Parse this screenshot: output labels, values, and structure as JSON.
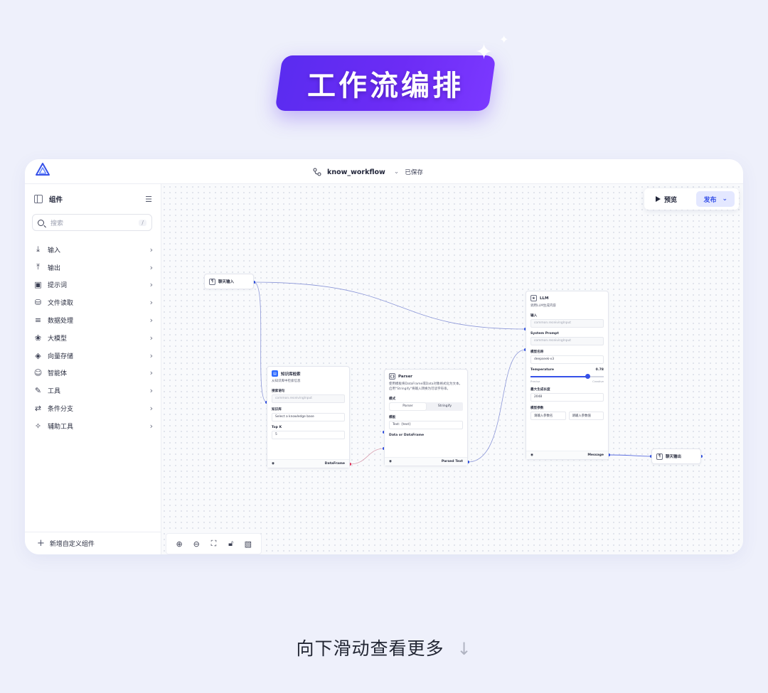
{
  "hero": {
    "title": "工作流编排"
  },
  "topbar": {
    "workflow_name": "know_workflow",
    "status": "已保存"
  },
  "sidebar": {
    "title": "组件",
    "search_placeholder": "搜索",
    "search_shortcut": "/",
    "items": [
      {
        "label": "输入",
        "icon": "download-icon"
      },
      {
        "label": "输出",
        "icon": "upload-icon"
      },
      {
        "label": "提示词",
        "icon": "prompt-icon"
      },
      {
        "label": "文件读取",
        "icon": "database-icon"
      },
      {
        "label": "数据处理",
        "icon": "filter-icon"
      },
      {
        "label": "大模型",
        "icon": "brain-icon"
      },
      {
        "label": "向量存储",
        "icon": "layers-icon"
      },
      {
        "label": "智能体",
        "icon": "bot-icon"
      },
      {
        "label": "工具",
        "icon": "wrench-icon"
      },
      {
        "label": "条件分支",
        "icon": "swap-icon"
      },
      {
        "label": "辅助工具",
        "icon": "wand-icon"
      }
    ],
    "footer_label": "新增自定义组件"
  },
  "toolbar": {
    "preview_label": "预览",
    "publish_label": "发布"
  },
  "nodes": {
    "chat_input": {
      "title": "聊天输入"
    },
    "knowledge": {
      "title": "知识库检索",
      "desc": "从知识库中检索信息",
      "query_label": "搜索语句",
      "query_value": "common.receivingInput",
      "kb_label": "知识库",
      "kb_placeholder": "Select a knowledge base",
      "topk_label": "Top K",
      "topk_value": "5",
      "output": "DataFrame"
    },
    "parser": {
      "title": "Parser",
      "desc": "使用模板将DataFrame或Data对象格式化为文本。启用\"Stringify\"将输入转换为可读字符串。",
      "mode_label": "模式",
      "mode_options": [
        "Parser",
        "Stringify"
      ],
      "template_label": "模板",
      "template_value": "Text: {text}",
      "data_label": "Data or DataFrame",
      "output": "Parsed Text"
    },
    "llm": {
      "title": "LLM",
      "desc": "调用LLM生成内容",
      "input_label": "输入",
      "input_value": "common.receivingInput",
      "sys_label": "System Prompt",
      "sys_value": "common.receivingInput",
      "model_label": "模型名称",
      "model_value": "deepseek-v3",
      "temp_label": "Temperature",
      "temp_value": "0.78",
      "temp_fraction": 0.78,
      "range_left": "Precise",
      "range_right": "Creative",
      "maxlen_label": "最大生成长度",
      "maxlen_value": "2048",
      "params_label": "模型参数",
      "params_key_placeholder": "请输入参数名",
      "params_val_placeholder": "请输入参数值",
      "output": "Message"
    },
    "chat_output": {
      "title": "聊天输出"
    }
  },
  "footer": {
    "scroll_hint": "向下滑动查看更多",
    "arrow": "↓"
  }
}
